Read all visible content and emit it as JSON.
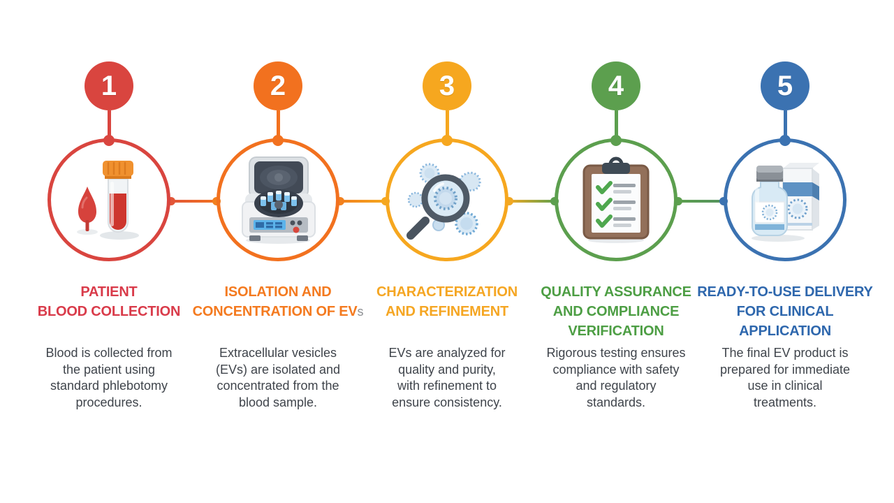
{
  "background": "#FFFFFF",
  "text_color": "#3F444B",
  "suffix_color": "#8E9094",
  "steps": [
    {
      "number": "1",
      "accent": "#D9453F",
      "title_color": "#D93B4A",
      "icon": "blood-collection-icon",
      "title_lines": [
        "PATIENT",
        "BLOOD COLLECTION"
      ],
      "desc_lines": [
        "Blood is collected from",
        "the patient using",
        "standard phlebotomy",
        "procedures."
      ]
    },
    {
      "number": "2",
      "accent": "#F2711F",
      "title_color": "#F47A1F",
      "icon": "centrifuge-icon",
      "title_line1": "ISOLATION AND",
      "title_line2_main": "CONCENTRATION OF EV",
      "title_line2_suffix": "s",
      "desc_lines": [
        "Extracellular vesicles",
        "(EVs) are isolated and",
        "concentrated from the",
        "blood sample."
      ]
    },
    {
      "number": "3",
      "accent": "#F6A71F",
      "title_color": "#F5A623",
      "icon": "magnifier-vesicles-icon",
      "title_lines": [
        "CHARACTERIZATION",
        "AND REFINEMENT"
      ],
      "desc_lines": [
        "EVs are analyzed for",
        "quality and purity,",
        "with refinement to",
        "ensure consistency."
      ]
    },
    {
      "number": "4",
      "accent": "#5C9F4E",
      "title_color": "#4D9E44",
      "icon": "clipboard-checklist-icon",
      "title_lines": [
        "QUALITY ASSURANCE",
        "AND COMPLIANCE",
        "VERIFICATION"
      ],
      "desc_lines": [
        "Rigorous testing ensures",
        "compliance with safety",
        "and regulatory",
        "standards."
      ]
    },
    {
      "number": "5",
      "accent": "#3B72B1",
      "title_color": "#2E67AD",
      "icon": "vial-box-icon",
      "title_lines": [
        "READY-TO-USE DELIVERY",
        "FOR CLINICAL",
        "APPLICATION"
      ],
      "desc_lines": [
        "The final EV product is",
        "prepared for immediate",
        "use in clinical",
        "treatments."
      ]
    }
  ],
  "connectors": [
    {
      "from": "#E25638",
      "to": "#F2711F",
      "dot_left": "#E25638",
      "dot_right": "#F2801F"
    },
    {
      "from": "#F2811F",
      "to": "#F5A71F",
      "dot_left": "#F2811F",
      "dot_right": "#F5A71F"
    },
    {
      "from": "#F0A824",
      "to": "#63A14C",
      "dot_left": "#F0A824",
      "dot_right": "#5C9F4E"
    },
    {
      "from": "#5C9F4E",
      "to": "#55935F",
      "dot_left": "#5C9F4E",
      "dot_right": "#3B72B1"
    }
  ]
}
